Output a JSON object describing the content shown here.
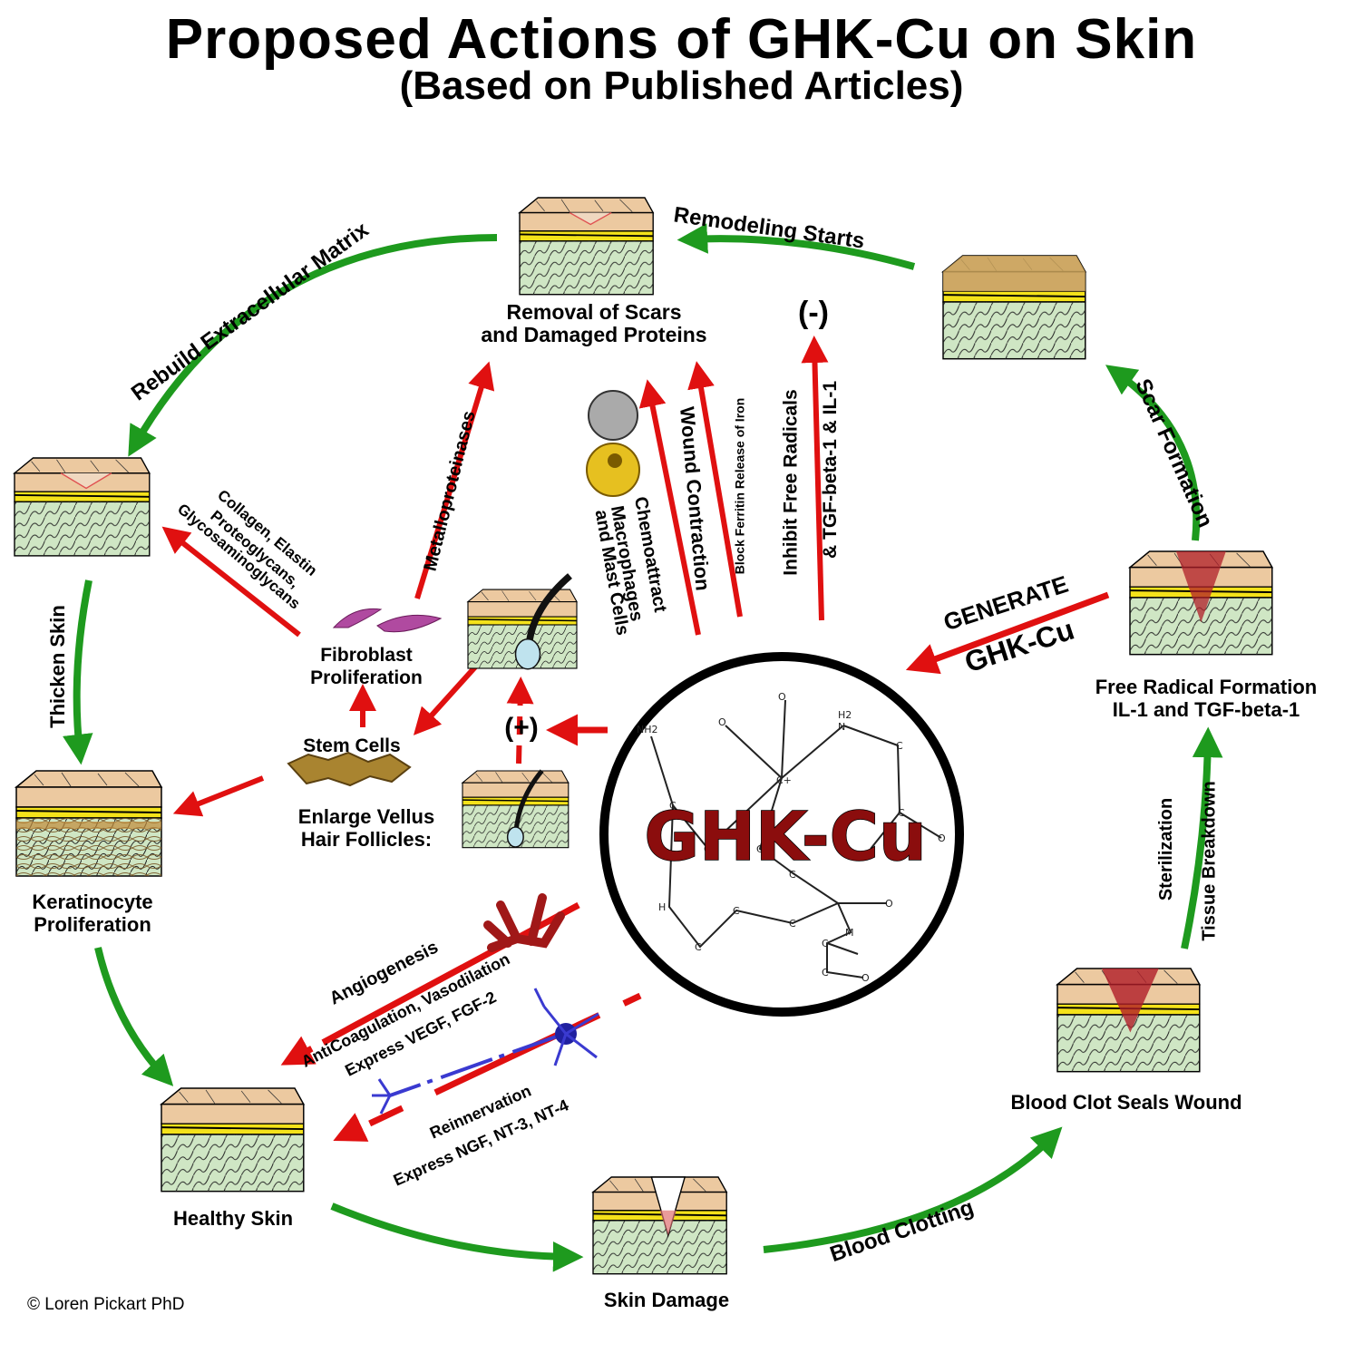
{
  "title": "Proposed Actions of GHK-Cu on Skin",
  "subtitle": "(Based on Published Articles)",
  "center": {
    "label": "GHK-Cu",
    "atoms": [
      "O",
      "H2",
      "N",
      "NH2",
      "C",
      "C+",
      "C",
      "O",
      "C",
      "C",
      "C",
      "C",
      "H",
      "C",
      "C",
      "C",
      "O",
      "M",
      "C",
      "C",
      "O",
      "O"
    ]
  },
  "nodes": {
    "removal": "Removal of Scars\nand Damaged Proteins",
    "free_radical": "Free Radical Formation\nIL-1 and TGF-beta-1",
    "blood_clot": "Blood Clot Seals Wound",
    "skin_damage": "Skin Damage",
    "healthy": "Healthy Skin",
    "keratinocyte": "Keratinocyte\nProliferation",
    "fibroblast": "Fibroblast\nProliferation",
    "stem_cells": "Stem Cells",
    "vellus": "Enlarge Vellus\nHair Follicles:",
    "minus": "(-)",
    "plus": "(+)"
  },
  "cycle_labels": {
    "remodeling": "Remodeling Starts",
    "rebuild": "Rebuild Extracellular Matrix",
    "scar": "Scar Formation",
    "sterilization": "Sterilization",
    "tissue_breakdown": "Tissue Breakdown",
    "blood_clotting": "Blood Clotting",
    "thicken": "Thicken Skin"
  },
  "action_labels": {
    "generate": "GENERATE",
    "generate_sub": "GHK-Cu",
    "block_ferritin": "Block Ferritin Release of Iron",
    "inhibit": "Inhibit Free Radicals",
    "tgf": "& TGF-beta-1 & IL-1",
    "wound": "Wound Contraction",
    "chemo1": "Chemoattract",
    "chemo2": "Macrophages",
    "chemo3": "and Mast Cells",
    "metallo": "Metalloproteinases",
    "collagen1": "Collagen, Elastin",
    "collagen2": "Proteoglycans,",
    "collagen3": "Glycosaminoglycans",
    "angio": "Angiogenesis",
    "anticoag": "AntiCoagulation, Vasodilation",
    "vegf": "Express VEGF, FGF-2",
    "reinnerv": "Reinnervation",
    "ngf": "Express NGF, NT-3, NT-4"
  },
  "copyright": "© Loren Pickart PhD",
  "colors": {
    "green": "#1e9a1e",
    "red": "#e01010",
    "skin_top": "#ecc9a0",
    "fat": "#f4e21a",
    "dermis": "#cfe6c4",
    "blood": "#b01d28"
  }
}
